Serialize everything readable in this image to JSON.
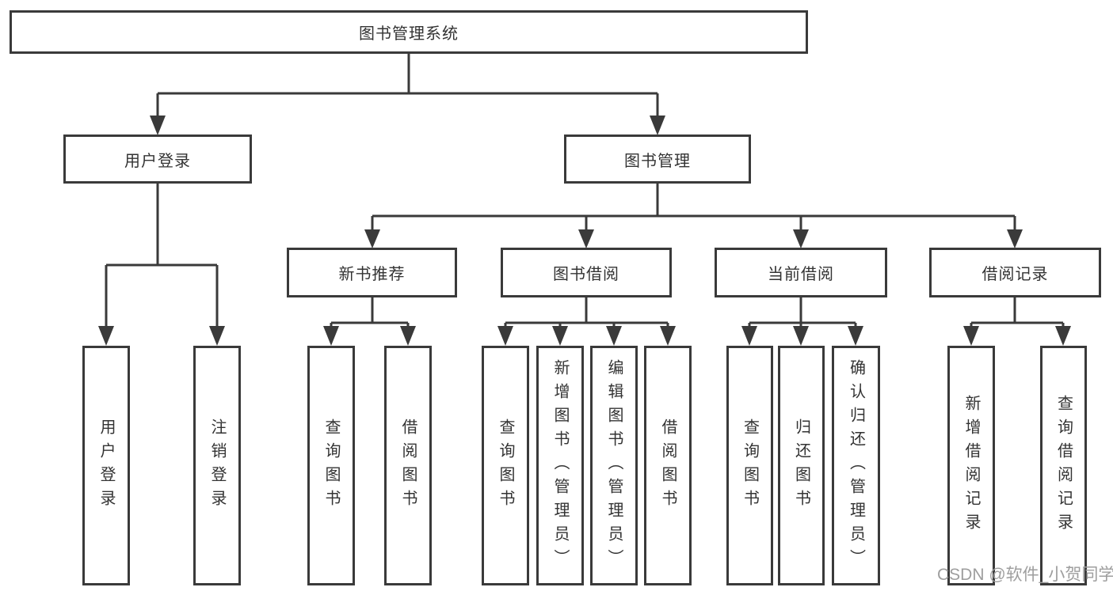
{
  "title": {
    "label": "图书管理系统"
  },
  "branches": [
    {
      "label": "用户登录",
      "children": [
        {
          "label": "用户登录"
        },
        {
          "label": "注销登录"
        }
      ]
    },
    {
      "label": "图书管理",
      "children": [
        {
          "label": "新书推荐",
          "children": [
            {
              "label": "查询图书"
            },
            {
              "label": "借阅图书"
            }
          ]
        },
        {
          "label": "图书借阅",
          "children": [
            {
              "label": "查询图书"
            },
            {
              "label": "新增图书（管理员）"
            },
            {
              "label": "编辑图书（管理员）"
            },
            {
              "label": "借阅图书"
            }
          ]
        },
        {
          "label": "当前借阅",
          "children": [
            {
              "label": "查询图书"
            },
            {
              "label": "归还图书"
            },
            {
              "label": "确认归还（管理员）"
            }
          ]
        },
        {
          "label": "借阅记录",
          "children": [
            {
              "label": "新增借阅记录"
            },
            {
              "label": "查询借阅记录"
            }
          ]
        }
      ]
    }
  ],
  "watermark": {
    "text": "CSDN @软件_小贺同学"
  },
  "colors": {
    "line": "#3a3a3a",
    "text": "#333333",
    "box_background": "#ffffff",
    "watermark": "#9e9e9e",
    "page_background": "#ffffff"
  }
}
